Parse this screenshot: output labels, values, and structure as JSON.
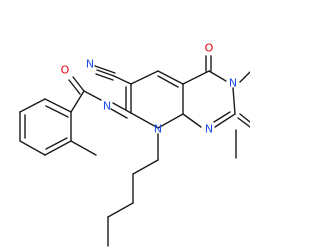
{
  "molecule": {
    "atom_labels": [
      {
        "id": "o-carbonyl-ring",
        "text": "O",
        "color": "#e8000b"
      },
      {
        "id": "o-amide",
        "text": "O",
        "color": "#e8000b"
      },
      {
        "id": "n-cyano",
        "text": "N",
        "color": "#1f4ef0"
      },
      {
        "id": "n-imine",
        "text": "N",
        "color": "#1f4ef0"
      },
      {
        "id": "n-ring-pentyl",
        "text": "N",
        "color": "#1f4ef0"
      },
      {
        "id": "n-ring-bottom",
        "text": "N",
        "color": "#1f4ef0"
      },
      {
        "id": "n-ring-fused",
        "text": "N",
        "color": "#1f4ef0"
      }
    ],
    "bond_color": "#1a1a1a"
  }
}
